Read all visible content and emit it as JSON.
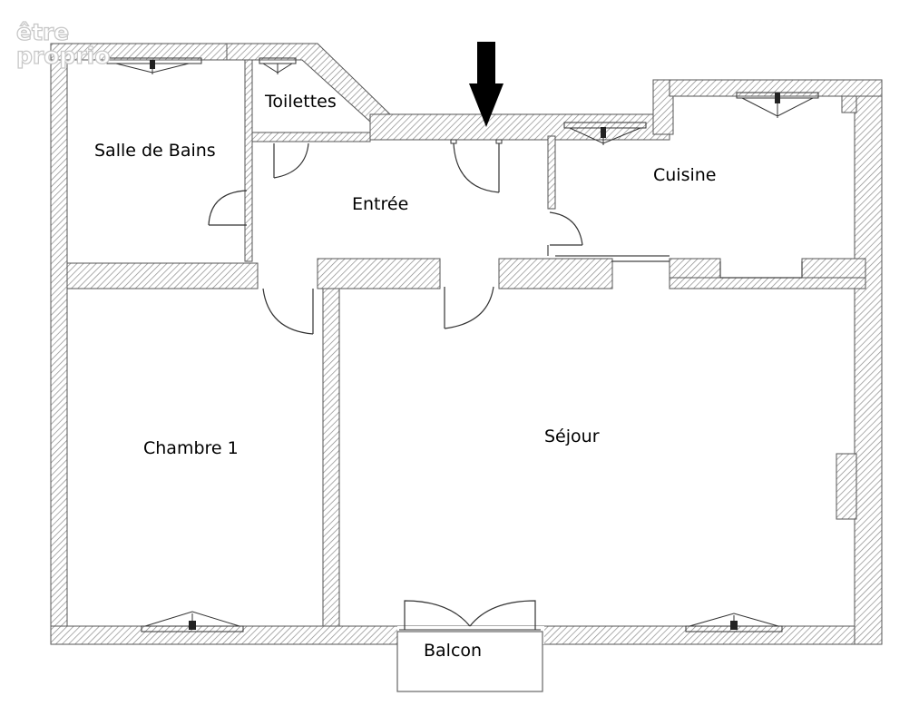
{
  "watermark": {
    "line1": "être",
    "line2": "proprio"
  },
  "rooms": {
    "toilettes": "Toilettes",
    "salle_de_bains": "Salle de Bains",
    "entree": "Entrée",
    "cuisine": "Cuisine",
    "chambre_1": "Chambre 1",
    "sejour": "Séjour",
    "balcon": "Balcon"
  },
  "colors": {
    "wall_hatch": "#8a8a8a",
    "wall_outline": "#555555",
    "arrow": "#000000"
  },
  "icons": {
    "entrance": "down-arrow-icon",
    "window": "window-icon",
    "door": "door-swing-icon"
  }
}
